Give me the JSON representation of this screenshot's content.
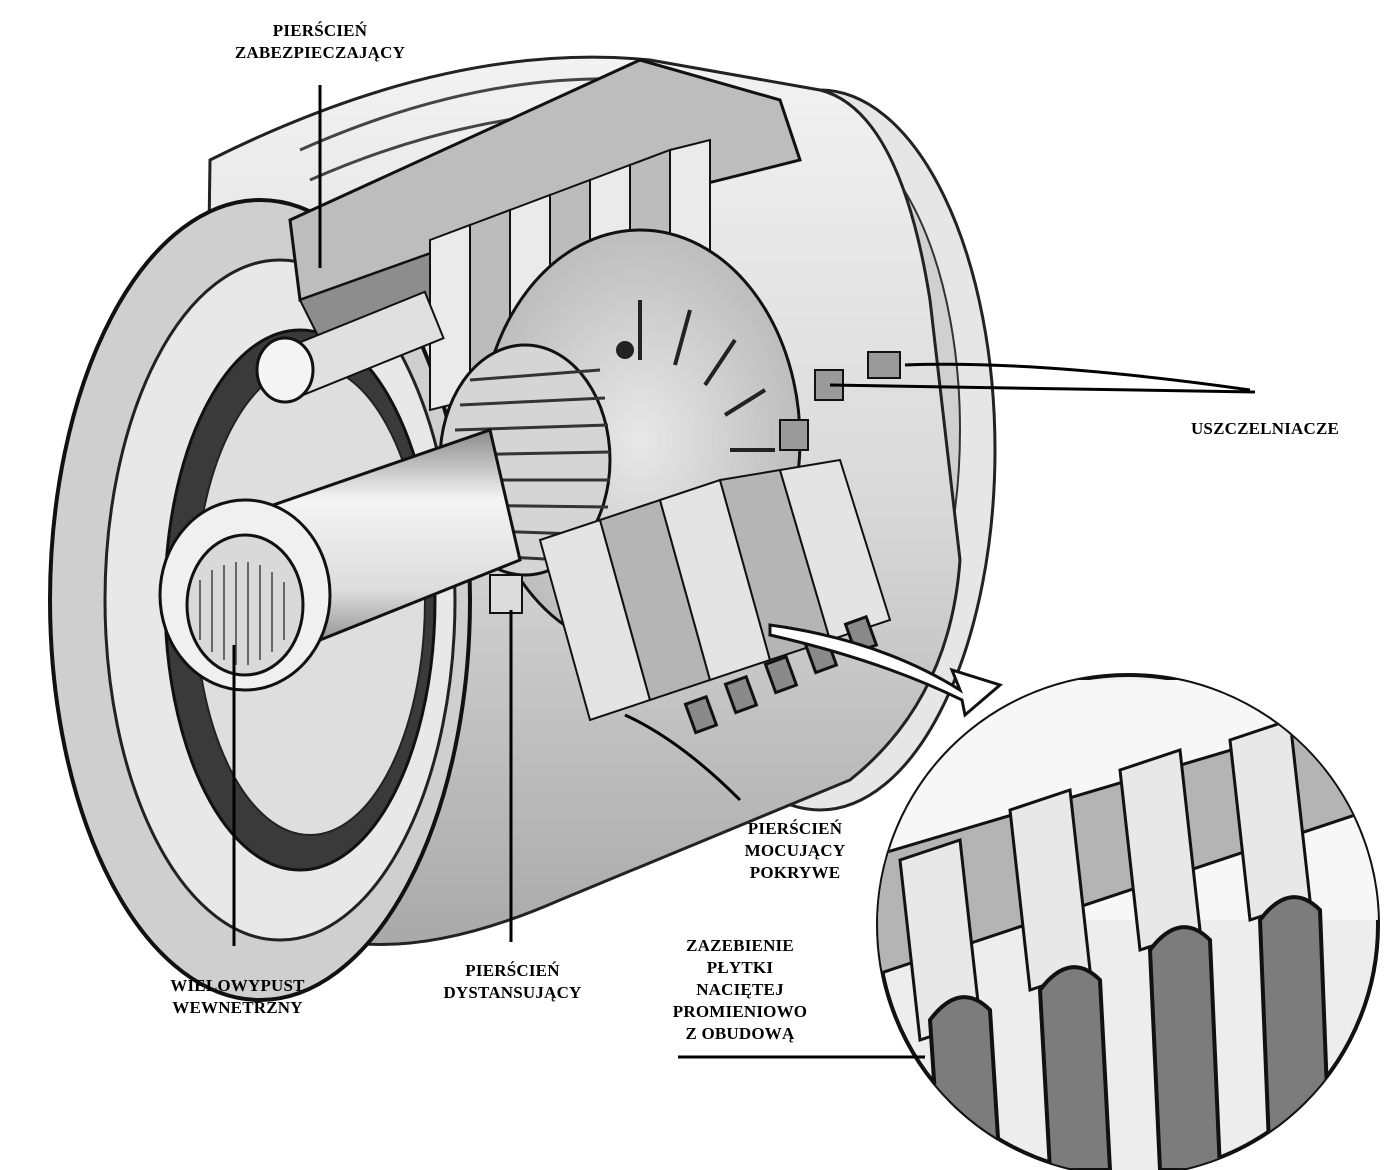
{
  "labels": {
    "pierscien_zabezpieczajacy": [
      "PIERŚCIEŃ",
      "ZABEZPIECZAJĄCY"
    ],
    "uszczelniacze": [
      "USZCZELNIACZE"
    ],
    "pierscien_mocujacy": [
      "PIERŚCIEŃ",
      "MOCUJĄCY",
      "POKRYWE"
    ],
    "zazebienie": [
      "ZAZEBIENIE",
      "PŁYTKI",
      "NACIĘTEJ",
      "PROMIENIOWO",
      "Z OBUDOWĄ"
    ],
    "pierscien_dystansujacy": [
      "PIERŚCIEŃ",
      "DYSTANSUJĄCY"
    ],
    "wielowypust": [
      "WIELOWYPUST",
      "WEWNETRZNY"
    ]
  }
}
